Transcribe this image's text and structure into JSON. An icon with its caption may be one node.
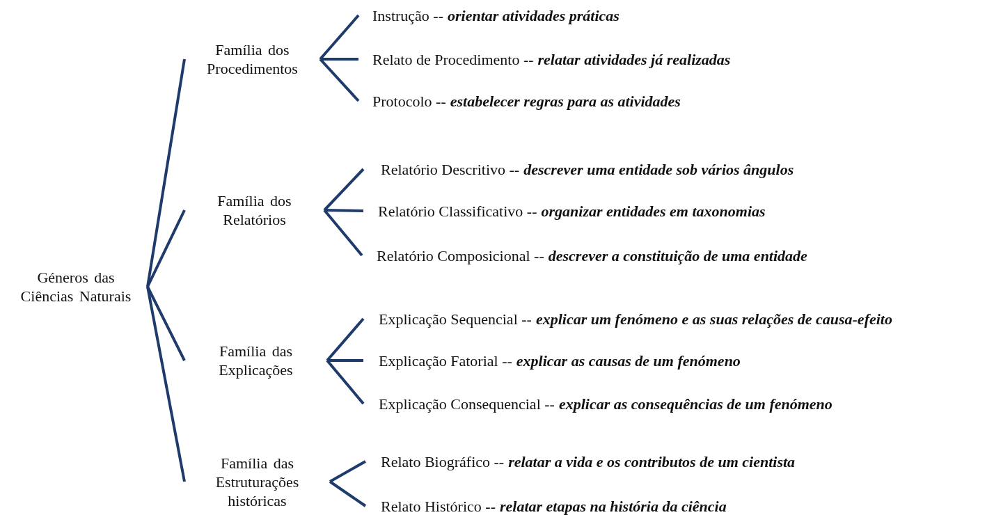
{
  "diagram": {
    "nodes": [
      {
        "text": [
          "Géneros das Ciências Naturais"
        ]
      },
      {
        "text": [
          "Família dos Procedimentos"
        ]
      },
      {
        "text": [
          "Instrução --",
          "orientar atividades práticas"
        ]
      },
      {
        "text": [
          "Relato de Procedimento --",
          "relatar atividades já realizadas"
        ]
      },
      {
        "text": [
          "Protocolo --",
          "estabelecer regras para as atividades"
        ]
      },
      {
        "text": [
          "Família dos Relatórios"
        ]
      },
      {
        "text": [
          "Relatório Descritivo --",
          "descrever uma entidade sob vários ângulos"
        ]
      },
      {
        "text": [
          "Relatório Classificativo --",
          "organizar entidades em taxonomias"
        ]
      },
      {
        "text": [
          "Relatório Composicional --",
          "descrever a constituição de uma entidade"
        ]
      },
      {
        "text": [
          "Família das Explicações"
        ]
      },
      {
        "text": [
          "Explicação Sequencial --",
          "explicar um fenómeno e as suas relações de causa-efeito"
        ]
      },
      {
        "text": [
          "Explicação Fatorial --",
          "explicar as causas de um fenómeno"
        ]
      },
      {
        "text": [
          "Explicação Consequencial --",
          "explicar as consequências de um fenómeno"
        ]
      },
      {
        "text": [
          "Família das Estruturações históricas"
        ]
      },
      {
        "text": [
          "Relato Biográfico --",
          "relatar a vida e os contributos de um cientista"
        ]
      },
      {
        "text": [
          "Relato Histórico --",
          "relatar etapas na história da ciência"
        ]
      }
    ],
    "edges": [
      {
        "from": 0,
        "to": 1,
        "arrow": "none"
      },
      {
        "from": 0,
        "to": 5,
        "arrow": "none"
      },
      {
        "from": 0,
        "to": 9,
        "arrow": "none"
      },
      {
        "from": 0,
        "to": 13,
        "arrow": "none"
      },
      {
        "from": 1,
        "to": 2,
        "arrow": "none"
      },
      {
        "from": 1,
        "to": 3,
        "arrow": "none"
      },
      {
        "from": 1,
        "to": 4,
        "arrow": "none"
      },
      {
        "from": 5,
        "to": 6,
        "arrow": "none"
      },
      {
        "from": 5,
        "to": 7,
        "arrow": "none"
      },
      {
        "from": 5,
        "to": 8,
        "arrow": "none"
      },
      {
        "from": 9,
        "to": 10,
        "arrow": "none"
      },
      {
        "from": 9,
        "to": 11,
        "arrow": "none"
      },
      {
        "from": 9,
        "to": 12,
        "arrow": "none"
      },
      {
        "from": 13,
        "to": 14,
        "arrow": "none"
      },
      {
        "from": 13,
        "to": 15,
        "arrow": "none"
      }
    ]
  }
}
